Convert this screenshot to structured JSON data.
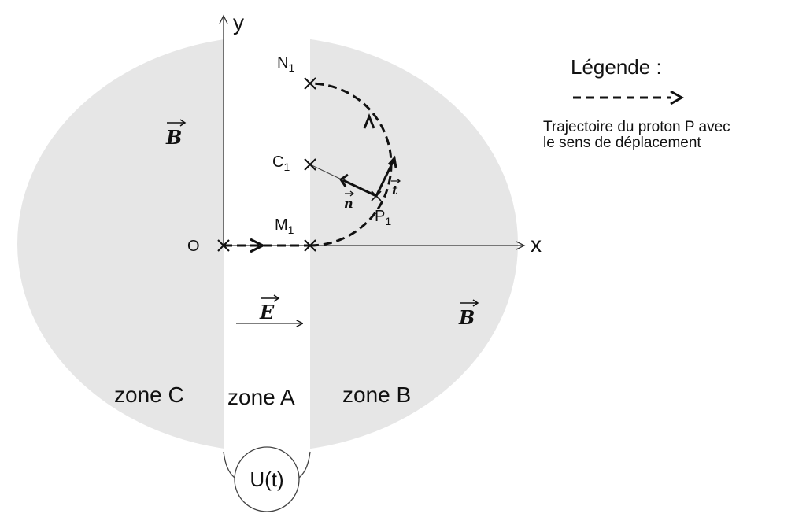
{
  "colors": {
    "field": "#e6e6e6",
    "ink": "#111111",
    "background": "#ffffff"
  },
  "axes": {
    "x": "x",
    "y": "y",
    "origin": "O"
  },
  "points": {
    "N": "N",
    "C": "C",
    "M": "M",
    "P": "P",
    "sub": "1"
  },
  "vectors": {
    "B": "B",
    "E": "E",
    "n": "n",
    "t": "t"
  },
  "zones": {
    "a": "zone A",
    "b": "zone B",
    "c": "zone C"
  },
  "generator": {
    "label": "U(t)"
  },
  "legend": {
    "title": "Légende :",
    "line1": "Trajectoire du proton P avec",
    "line2": "le sens de déplacement"
  }
}
